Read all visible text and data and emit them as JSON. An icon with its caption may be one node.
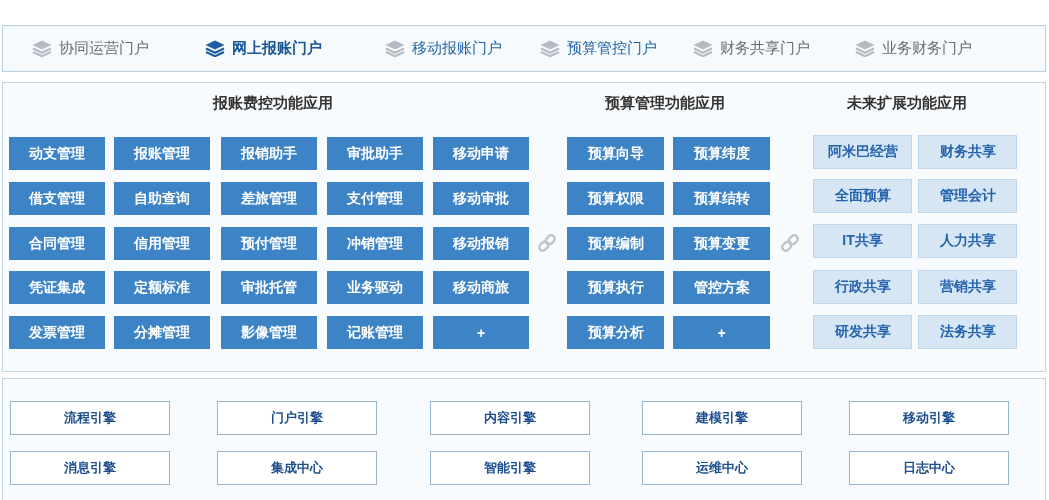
{
  "diagram": {
    "nodes": [
      {
        "text": [
          "协同运营门户",
          "网上报账门户",
          "移动报账门户",
          "预算管控门户",
          "财务共享门户",
          "业务财务门户"
        ]
      },
      {
        "text": [
          "报账费控功能应用",
          "预算管理功能应用",
          "未来扩展功能应用"
        ]
      },
      {
        "text": [
          "动支管理"
        ],
        "in": 1
      },
      {
        "text": [
          "报账管理"
        ],
        "in": 1
      },
      {
        "text": [
          "报销助手"
        ],
        "in": 1
      },
      {
        "text": [
          "审批助手"
        ],
        "in": 1
      },
      {
        "text": [
          "移动申请"
        ],
        "in": 1
      },
      {
        "text": [
          "借支管理"
        ],
        "in": 1
      },
      {
        "text": [
          "自助查询"
        ],
        "in": 1
      },
      {
        "text": [
          "差旅管理"
        ],
        "in": 1
      },
      {
        "text": [
          "支付管理"
        ],
        "in": 1
      },
      {
        "text": [
          "移动审批"
        ],
        "in": 1
      },
      {
        "text": [
          "合同管理"
        ],
        "in": 1
      },
      {
        "text": [
          "信用管理"
        ],
        "in": 1
      },
      {
        "text": [
          "预付管理"
        ],
        "in": 1
      },
      {
        "text": [
          "冲销管理"
        ],
        "in": 1
      },
      {
        "text": [
          "移动报销"
        ],
        "in": 1
      },
      {
        "text": [
          "凭证集成"
        ],
        "in": 1
      },
      {
        "text": [
          "定额标准"
        ],
        "in": 1
      },
      {
        "text": [
          "审批托管"
        ],
        "in": 1
      },
      {
        "text": [
          "业务驱动"
        ],
        "in": 1
      },
      {
        "text": [
          "移动商旅"
        ],
        "in": 1
      },
      {
        "text": [
          "发票管理"
        ],
        "in": 1
      },
      {
        "text": [
          "分摊管理"
        ],
        "in": 1
      },
      {
        "text": [
          "影像管理"
        ],
        "in": 1
      },
      {
        "text": [
          "记账管理"
        ],
        "in": 1
      },
      {
        "text": [
          "+"
        ],
        "in": 1
      },
      {
        "text": [
          "预算向导"
        ],
        "in": 1
      },
      {
        "text": [
          "预算纬度"
        ],
        "in": 1
      },
      {
        "text": [
          "预算权限"
        ],
        "in": 1
      },
      {
        "text": [
          "预算结转"
        ],
        "in": 1
      },
      {
        "text": [
          "预算编制"
        ],
        "in": 1
      },
      {
        "text": [
          "预算变更"
        ],
        "in": 1
      },
      {
        "text": [
          "预算执行"
        ],
        "in": 1
      },
      {
        "text": [
          "管控方案"
        ],
        "in": 1
      },
      {
        "text": [
          "预算分析"
        ],
        "in": 1
      },
      {
        "text": [
          "+"
        ],
        "in": 1
      },
      {
        "text": [
          "阿米巴经营"
        ],
        "in": 1
      },
      {
        "text": [
          "财务共享"
        ],
        "in": 1
      },
      {
        "text": [
          "全面预算"
        ],
        "in": 1
      },
      {
        "text": [
          "管理会计"
        ],
        "in": 1
      },
      {
        "text": [
          "IT共享"
        ],
        "in": 1
      },
      {
        "text": [
          "人力共享"
        ],
        "in": 1
      },
      {
        "text": [
          "行政共享"
        ],
        "in": 1
      },
      {
        "text": [
          "营销共享"
        ],
        "in": 1
      },
      {
        "text": [
          "研发共享"
        ],
        "in": 1
      },
      {
        "text": [
          "法务共享"
        ],
        "in": 1
      },
      {
        "text": [],
        "shape": "box"
      },
      {
        "text": [
          "流程引擎"
        ],
        "in": 47
      },
      {
        "text": [
          "门户引擎"
        ],
        "in": 47
      },
      {
        "text": [
          "内容引擎"
        ],
        "in": 47
      },
      {
        "text": [
          "建模引擎"
        ],
        "in": 47
      },
      {
        "text": [
          "移动引擎"
        ],
        "in": 47
      },
      {
        "text": [
          "消息引擎"
        ],
        "in": 47
      },
      {
        "text": [
          "集成中心"
        ],
        "in": 47
      },
      {
        "text": [
          "智能引擎"
        ],
        "in": 47
      },
      {
        "text": [
          "运维中心"
        ],
        "in": 47
      },
      {
        "text": [
          "日志中心"
        ],
        "in": 47
      }
    ]
  }
}
